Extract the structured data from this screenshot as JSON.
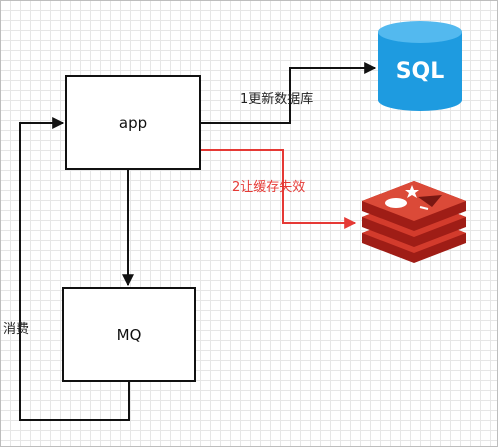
{
  "nodes": {
    "app": "app",
    "mq": "MQ",
    "sql": "SQL"
  },
  "edges": {
    "update_db": "1更新数据库",
    "invalidate_cache": "2让缓存失效",
    "consume": "消费"
  },
  "icons": {
    "database": "sql-database-icon",
    "cache": "redis-cache-icon"
  },
  "colors": {
    "sql_blue": "#1e9be0",
    "redis_red": "#c8221c",
    "invalidate_line": "#e53935"
  }
}
